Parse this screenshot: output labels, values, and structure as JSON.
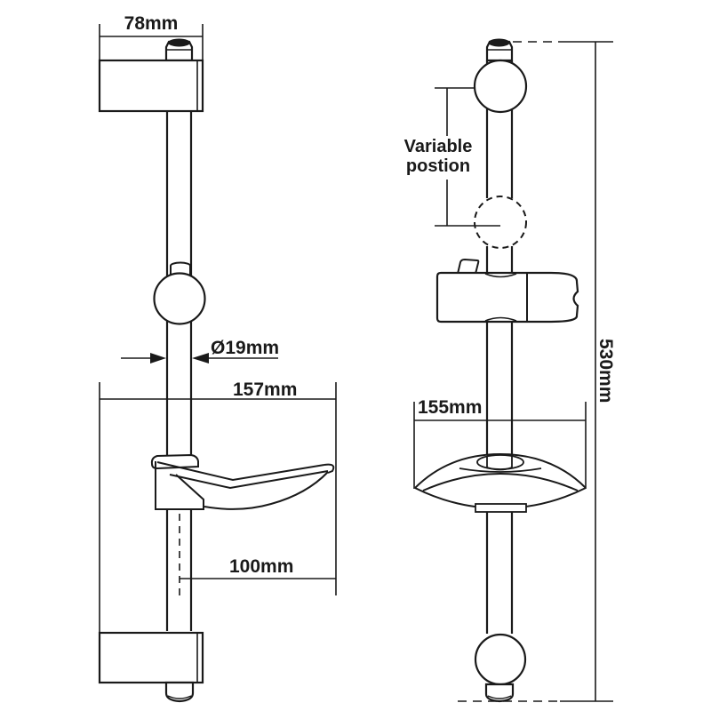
{
  "page": {
    "background": "#ffffff",
    "line_color": "#1a1a1a"
  },
  "left_view": {
    "dims": {
      "top_width": "78mm",
      "rail_diameter": "Ø19mm",
      "dish_depth": "157mm",
      "dish_offset": "100mm"
    }
  },
  "right_view": {
    "dims": {
      "dish_width": "155mm",
      "rail_length": "530mm"
    },
    "annotation": {
      "line1": "Variable",
      "line2": "postion"
    }
  }
}
